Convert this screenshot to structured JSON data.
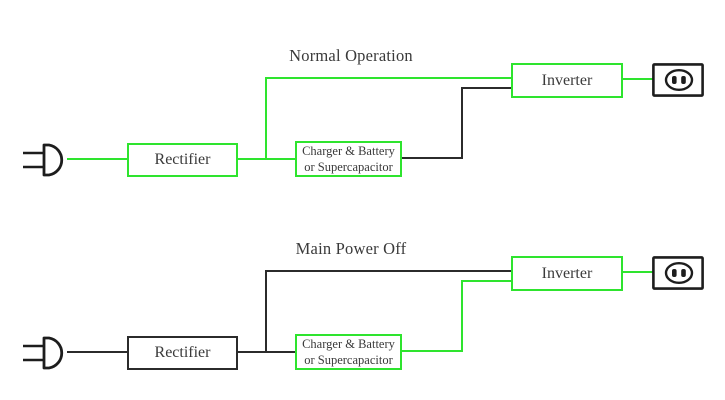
{
  "colors": {
    "wire_active": "#2ee42e",
    "wire_inactive": "#2b2b2b",
    "text": "#3a3a3a",
    "background": "#ffffff"
  },
  "diagrams": [
    {
      "title": "Normal Operation",
      "source_icon": "power-plug-icon",
      "load_icon": "power-outlet-icon",
      "rectifier_label": "Rectifier",
      "charger_label_line1": "Charger & Battery",
      "charger_label_line2": "or Supercapacitor",
      "inverter_label": "Inverter"
    },
    {
      "title": "Main Power Off",
      "source_icon": "power-plug-icon",
      "load_icon": "power-outlet-icon",
      "rectifier_label": "Rectifier",
      "charger_label_line1": "Charger & Battery",
      "charger_label_line2": "or Supercapacitor",
      "inverter_label": "Inverter"
    }
  ]
}
